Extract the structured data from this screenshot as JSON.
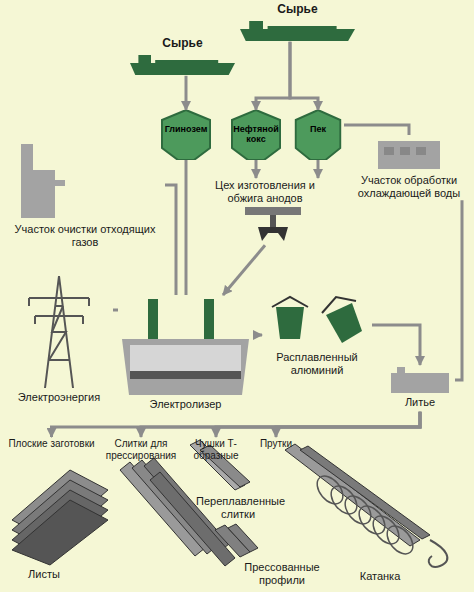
{
  "diagram": {
    "nodes": [
      {
        "text": [
          "Сырье"
        ]
      },
      {
        "text": [
          "Сырье"
        ]
      },
      {
        "text": [
          "Глинозем"
        ]
      },
      {
        "text": [
          "Нефтяной кокс"
        ]
      },
      {
        "text": [
          "Пек"
        ]
      },
      {
        "text": [
          "Цех изготовления и обжига анодов"
        ]
      },
      {
        "text": [
          "Участок очистки отходящих газов"
        ]
      },
      {
        "text": [
          "Участок обработки охлаждающей воды"
        ]
      },
      {
        "text": [
          "Электроэнергия"
        ]
      },
      {
        "text": [
          "Электролизер"
        ]
      },
      {
        "text": [
          "Расплавленный алюминий"
        ]
      },
      {
        "text": [
          "Литье"
        ]
      },
      {
        "text": [
          "Плоские заготовки"
        ]
      },
      {
        "text": [
          "Слитки для прессирования"
        ]
      },
      {
        "text": [
          "Чушки Т-образные"
        ]
      },
      {
        "text": [
          "Прутки"
        ]
      }
    ],
    "edges": [
      {
        "from": 0,
        "to": 2,
        "arrow": "to"
      },
      {
        "from": 1,
        "to": 3,
        "arrow": "to"
      },
      {
        "from": 1,
        "to": 4,
        "arrow": "to"
      },
      {
        "from": 3,
        "to": 5,
        "arrow": "to"
      },
      {
        "from": 4,
        "to": 5,
        "arrow": "to"
      },
      {
        "from": 5,
        "to": 9,
        "arrow": "to"
      },
      {
        "from": 2,
        "to": 9,
        "arrow": "none"
      },
      {
        "from": 6,
        "to": 9,
        "arrow": "none"
      },
      {
        "from": 4,
        "to": 7,
        "arrow": "none"
      },
      {
        "from": 7,
        "to": 11,
        "arrow": "none"
      },
      {
        "from": 8,
        "to": 9,
        "arrow": "none"
      },
      {
        "from": 9,
        "to": 10,
        "arrow": "to"
      },
      {
        "from": 10,
        "to": 11,
        "arrow": "to"
      },
      {
        "from": 11,
        "to": 12,
        "arrow": "to"
      },
      {
        "from": 11,
        "to": 13,
        "arrow": "to"
      },
      {
        "from": 11,
        "to": 14,
        "arrow": "to"
      },
      {
        "from": 11,
        "to": 15,
        "arrow": "to"
      }
    ],
    "labels": [
      "Листы",
      "Переплавленные слитки",
      "Прессованные профили",
      "Катанка"
    ]
  }
}
